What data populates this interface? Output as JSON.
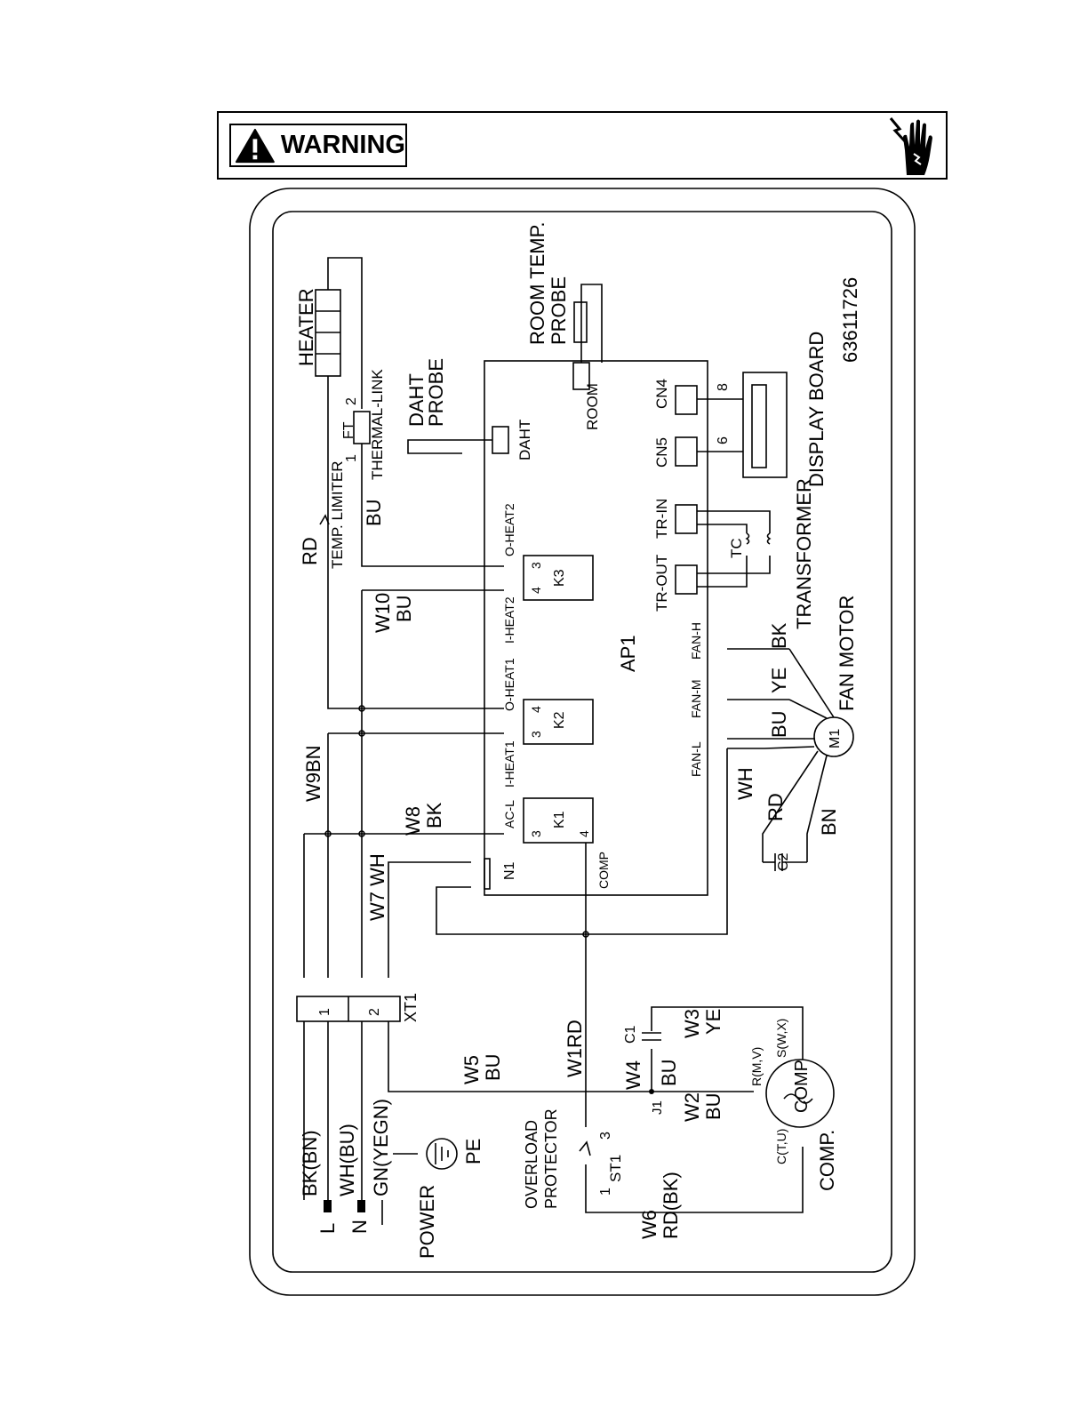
{
  "banner": {
    "warning_label": "WARNING"
  },
  "icons": {
    "warning": "warning-triangle-icon",
    "hazard": "electric-shock-hand-icon"
  },
  "diagram": {
    "part_number": "63611726",
    "heater": "HEATER",
    "thermal_link": "THERMAL-LINK",
    "ft": "FT",
    "ft_pin1": "1",
    "ft_pin2": "2",
    "temp_limiter": "TEMP. LIMITER",
    "rd_top": "RD",
    "bu_top": "BU",
    "daht_probe_line1": "DAHT",
    "daht_probe_line2": "PROBE",
    "daht_conn": "DAHT",
    "room_probe_line1": "ROOM TEMP.",
    "room_probe_line2": "PROBE",
    "room_conn": "ROOM",
    "cn4": "CN4",
    "cn5": "CN5",
    "cn4_wires": "8",
    "cn5_wires": "6",
    "display_board": "DISPLAY BOARD",
    "tr_in": "TR-IN",
    "tr_out": "TR-OUT",
    "tc": "TC",
    "transformer": "TRANSFORMER",
    "o_heat2": "O-HEAT2",
    "i_heat2": "I-HEAT2",
    "o_heat1": "O-HEAT1",
    "i_heat1": "I-HEAT1",
    "acl": "AC-L",
    "n1": "N1",
    "comp_out": "COMP",
    "k1": "K1",
    "k2": "K2",
    "k3": "K3",
    "pin3": "3",
    "pin4": "4",
    "ap1": "AP1",
    "fan_h": "FAN-H",
    "fan_m": "FAN-M",
    "fan_l": "FAN-L",
    "bk_fan": "BK",
    "ye_fan": "YE",
    "bu_fan": "BU",
    "wh_fan": "WH",
    "rd_fan": "RD",
    "bn_fan": "BN",
    "m1": "M1",
    "fan_motor": "FAN  MOTOR",
    "c2": "C2",
    "w10": "W10",
    "w10_color": "BU",
    "w9": "W9BN",
    "w8": "W8",
    "w8_color": "BK",
    "w7": "W7 WH",
    "xt1": "XT1",
    "xt1_1": "1",
    "xt1_2": "2",
    "w5": "W5",
    "w5_color": "BU",
    "w1": "W1RD",
    "w4": "W4",
    "w4_color": "BU",
    "j1": "J1",
    "c1": "C1",
    "w3": "W3",
    "w3_color": "YE",
    "w2": "W2",
    "w2_color": "BU",
    "comp_rmv": "R(M,V)",
    "comp_swx": "S(W,X)",
    "comp_ctu": "C(T,U)",
    "comp_symbol": "COMP",
    "comp_label": "COMP.",
    "overload_line1": "OVERLOAD",
    "overload_line2": "PROTECTOR",
    "st1": "ST1",
    "st1_pin1": "1",
    "st1_pin3": "3",
    "w6": "W6",
    "w6_color": "RD(BK)",
    "bk_bn": "BK(BN)",
    "wh_bu": "WH(BU)",
    "gn_yegn": "GN(YEGN)",
    "pe": "PE",
    "l": "L",
    "n": "N",
    "power": "POWER"
  }
}
